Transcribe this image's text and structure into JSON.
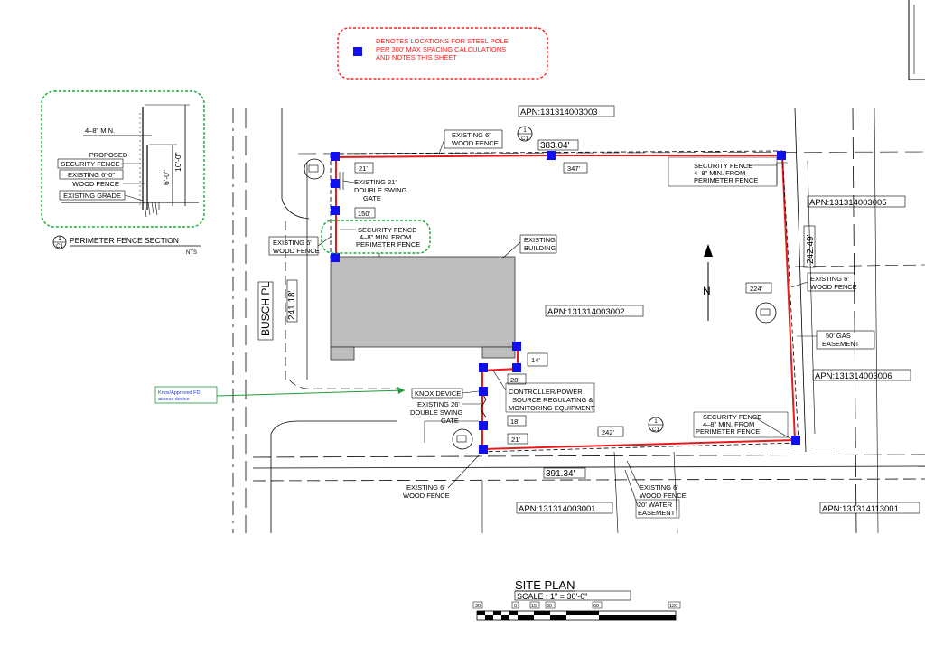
{
  "colors": {
    "fence": "#e81a1a",
    "pole": "#1010ee",
    "cloud": "#18a83a",
    "legend_cloud": "#ff2020",
    "building": "#bdbdbd",
    "callout": "#1e9a3a",
    "callout_text": "#1e3ad6",
    "line": "#000000"
  },
  "legend": {
    "line1": "DENOTES LOCATIONS FOR STEEL POLE",
    "line2": "PER 300' MAX SPACING CALCULATIONS",
    "line3": "AND NOTES THIS SHEET"
  },
  "fence_section": {
    "dim_width": "4–8\" MIN.",
    "dim_height_outer": "10'-0\"",
    "dim_height_inner": "6'-0\"",
    "label_proposed_1": "PROPOSED",
    "label_proposed_2": "SECURITY FENCE",
    "label_wood_1": "EXISTING 6'-0\"",
    "label_wood_2": "WOOD FENCE",
    "label_grade": "EXISTING GRADE",
    "title": "PERIMETER FENCE SECTION",
    "scale": "NTS",
    "ref_top": "1",
    "ref_bottom": "C1"
  },
  "apns": {
    "north": "APN:131314003003",
    "east_1": "APN:131314003005",
    "center": "APN:131314003002",
    "east_2": "APN:131314003006",
    "south": "APN:131314003001",
    "southeast": "APN:131314113001"
  },
  "dimensions": {
    "north_side": "383.04'",
    "south_side": "391.34'",
    "west_side": "241.18'",
    "east_side": "242.49'"
  },
  "street": "BUSCH PL",
  "north_arrow": "N",
  "pole_spacing": {
    "s21_top": "21'",
    "s150": "150'",
    "s347": "347'",
    "s224": "224'",
    "s14": "14'",
    "s28": "28'",
    "s18": "18'",
    "s21_bottom": "21'",
    "s242": "242'"
  },
  "labels": {
    "existing_wood_top_1": "EXISTING 6'",
    "existing_wood_top_2": "WOOD FENCE",
    "security_ne_1": "SECURITY FENCE",
    "security_ne_2": "4–8\" MIN. FROM",
    "security_ne_3": "PERIMETER FENCE",
    "gate_21_1": "EXISTING 21'",
    "gate_21_2": "DOUBLE SWING",
    "gate_21_3": "GATE",
    "security_w_1": "SECURITY FENCE",
    "security_w_2": "4–8\" MIN. FROM",
    "security_w_3": "PERIMETER FENCE",
    "existing_wood_w_1": "EXISTING 6'",
    "existing_wood_w_2": "WOOD FENCE",
    "existing_building_1": "EXISTING",
    "existing_building_2": "BUILDING",
    "existing_wood_e_1": "EXISTING 6'",
    "existing_wood_e_2": "WOOD FENCE",
    "gas_easement_1": "50' GAS",
    "gas_easement_2": "EASEMENT",
    "knox_device": "KNOX DEVICE",
    "controller_1": "CONTROLLER/POWER",
    "controller_2": "SOURCE REGULATING &",
    "controller_3": "MONITORING EQUIPMENT",
    "gate_26_1": "EXISTING 26'",
    "gate_26_2": "DOUBLE SWING",
    "gate_26_3": "GATE",
    "security_se_1": "SECURITY FENCE",
    "security_se_2": "4–8\" MIN. FROM",
    "security_se_3": "PERIMETER FENCE",
    "existing_wood_sw_1": "EXISTING 6'",
    "existing_wood_sw_2": "WOOD FENCE",
    "existing_wood_s_1": "EXISTING 6'",
    "existing_wood_s_2": "WOOD FENCE",
    "water_easement_1": "20' WATER",
    "water_easement_2": "EASEMENT",
    "section_ref_top": "1",
    "section_ref_bottom": "C1"
  },
  "callout": {
    "line1": "Knox/Approved FD",
    "line2": "access device"
  },
  "title_block": {
    "title": "SITE PLAN",
    "scale": "SCALE :  1\" = 30'-0\"",
    "ticks": [
      "30",
      "0",
      "15",
      "30",
      "60",
      "120"
    ]
  }
}
